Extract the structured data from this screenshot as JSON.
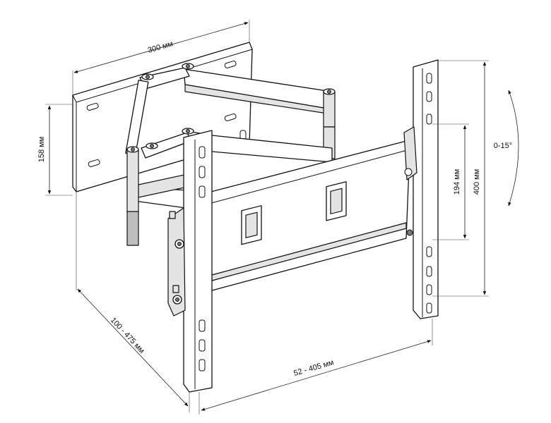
{
  "dimensions": {
    "top_width": "300 мм",
    "wall_plate_height": "158 мм",
    "extension": "100 - 475 мм",
    "horizontal_range": "52 - 405 мм",
    "vertical_inner": "194 мм",
    "vertical_outer": "400 мм",
    "tilt": "0-15°"
  }
}
